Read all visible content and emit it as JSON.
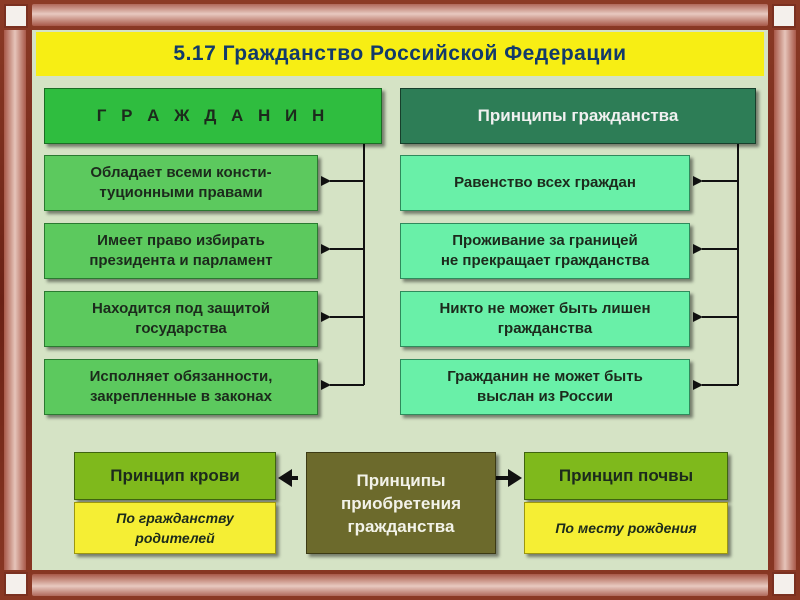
{
  "title": "5.17 Гражданство Российской Федерации",
  "citizen": {
    "header": "Г Р А Ж Д А Н И Н",
    "items": [
      "Обладает всеми консти-\nтуционными правами",
      "Имеет право избирать\nпрезидента и парламент",
      "Находится под защитой\nгосударства",
      "Исполняет обязанности,\nзакрепленные в законах"
    ]
  },
  "principles": {
    "header": "Принципы гражданства",
    "items": [
      "Равенство всех граждан",
      "Проживание за границей\nне прекращает гражданства",
      "Никто не может быть лишен\nгражданства",
      "Гражданин не может быть\nвыслан из России"
    ]
  },
  "acquisition": {
    "center": "Принципы\nприобретения\nгражданства",
    "blood": {
      "header": "Принцип крови",
      "description": "По гражданству\nродителей"
    },
    "soil": {
      "header": "Принцип почвы",
      "description": "По месту рождения"
    }
  },
  "colors": {
    "title_bg": "#f7ee14",
    "title_text": "#123a6a",
    "citizen_header": "#2fbd3f",
    "principles_header": "#2d7d56",
    "citizen_items": "#5cc95e",
    "principles_items": "#69f0a8",
    "blood_soil_header": "#7fb91c",
    "blood_soil_description": "#f5ee34",
    "acquisition_center": "#6c6a2c",
    "canvas": "#d5e3c5"
  }
}
